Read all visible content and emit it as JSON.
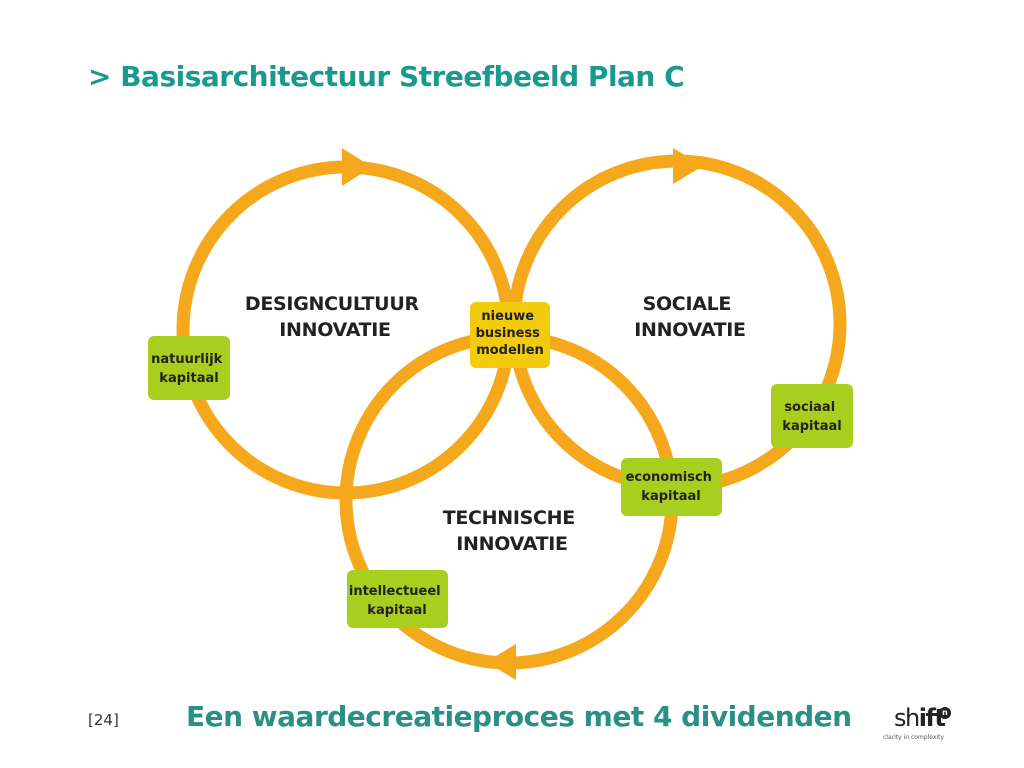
{
  "title": "> Basisarchitectuur Streefbeeld Plan C",
  "colors": {
    "title": "#1a9a8e",
    "subtitle": "#2a8f87",
    "ring": "#f6a81c",
    "box_green": "#a8cf1e",
    "box_yellow": "#f2cc0c"
  },
  "circles": {
    "design": {
      "line1": "DESIGNCULTUUR",
      "line2": "INNOVATIE"
    },
    "sociale": {
      "line1": "SOCIALE",
      "line2": "INNOVATIE"
    },
    "technische": {
      "line1": "TECHNISCHE",
      "line2": "INNOVATIE"
    }
  },
  "boxes": {
    "nieuwe": {
      "line1": "nieuwe",
      "line2": "business",
      "line3": "modellen"
    },
    "natuurlijk": {
      "line1": "natuurlijk",
      "line2": "kapitaal"
    },
    "sociaal": {
      "line1": "sociaal",
      "line2": "kapitaal"
    },
    "economisch": {
      "line1": "economisch",
      "line2": "kapitaal"
    },
    "intellectueel": {
      "line1": "intellectueel",
      "line2": "kapitaal"
    }
  },
  "footer": {
    "page_number": "[24]",
    "subtitle": "Een waardecreatieproces met 4 dividenden"
  },
  "logo": {
    "word_light": "sh",
    "word_bold": "ift",
    "badge": "n",
    "tagline": "clarity in complexity"
  }
}
